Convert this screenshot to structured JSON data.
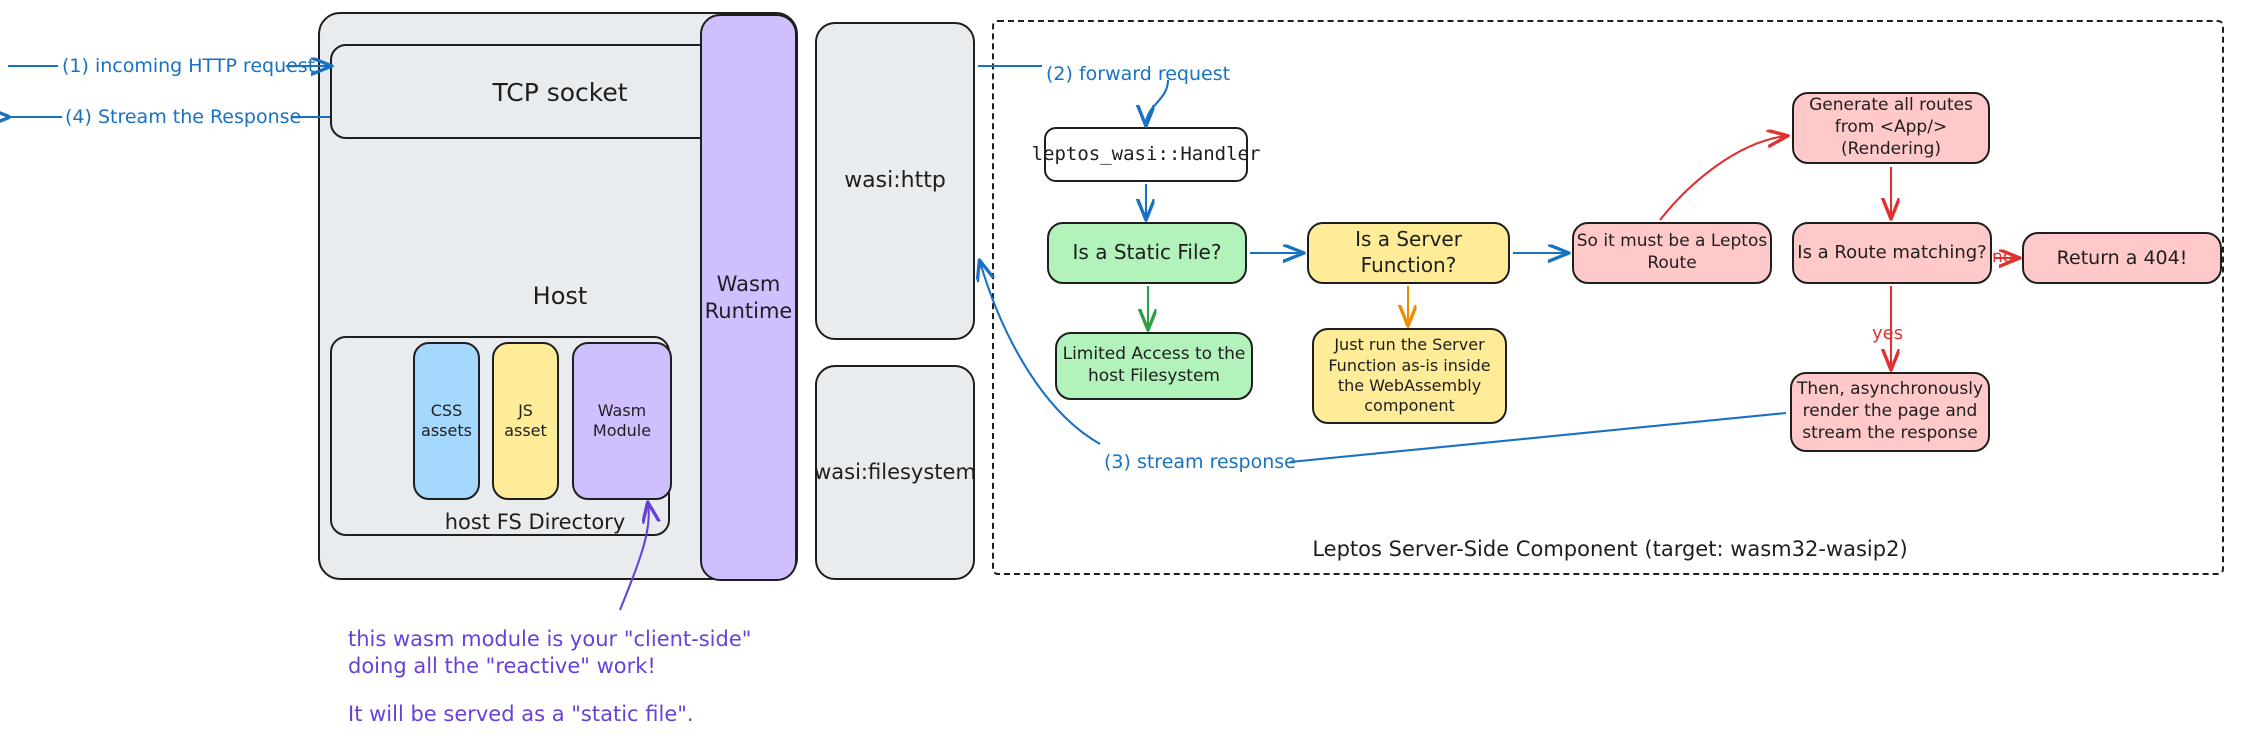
{
  "diagram": {
    "title_caption": "Leptos Server-Side Component (target: wasm32-wasip2)"
  },
  "host": {
    "host_label": "Host",
    "tcp_socket_label": "TCP socket",
    "fs_dir_label": "host FS Directory",
    "assets": [
      {
        "label": "CSS\nassets",
        "color": "#a5d8ff"
      },
      {
        "label": "JS\nasset",
        "color": "#ffec99"
      },
      {
        "label": "Wasm\nModule",
        "color": "#d0bfff"
      }
    ]
  },
  "runtime": {
    "wasm_runtime_label": "Wasm\nRuntime",
    "wasi_http_label": "wasi:http",
    "wasi_filesystem_label": "wasi:filesystem"
  },
  "flow": {
    "handler_label": "leptos_wasi::Handler",
    "is_static_file": "Is a Static File?",
    "limited_access": "Limited Access to the\nhost Filesystem",
    "is_server_function": "Is a Server Function?",
    "just_run_server_fn": "Just run the Server\nFunction as-is inside\nthe WebAssembly\ncomponent",
    "must_be_leptos_route": "So it must be a Leptos\nRoute",
    "generate_routes": "Generate all routes\nfrom <App/>\n(Rendering)",
    "is_route_matching": "Is a Route matching?",
    "return_404": "Return a 404!",
    "render_and_stream": "Then, asynchronously\nrender the page and\nstream the response"
  },
  "edge_labels": {
    "incoming_request": "(1) incoming HTTP request",
    "stream_the_response": "(4) Stream the Response",
    "forward_request": "(2) forward request",
    "stream_response": "(3) stream response",
    "no": "no",
    "yes": "yes"
  },
  "annotations": {
    "wasm_note_line1": "this wasm module is your \"client-side\"",
    "wasm_note_line2": "doing all the \"reactive\" work!",
    "wasm_note_line3": "It will be served as a \"static file\"."
  },
  "colors": {
    "stroke": "#1e1e1e",
    "blue_arrow": "#1971c2",
    "red_arrow": "#e03131",
    "green_arrow": "#2f9e44",
    "yellow_arrow": "#f08c00",
    "purple_arrow": "#6741d9",
    "gray_fill": "#e9ecef",
    "blue_fill": "#a5d8ff",
    "yellow_fill": "#ffec99",
    "purple_fill": "#d0bfff",
    "green_fill": "#b2f2bb",
    "pink_fill": "#ffc9c9"
  }
}
